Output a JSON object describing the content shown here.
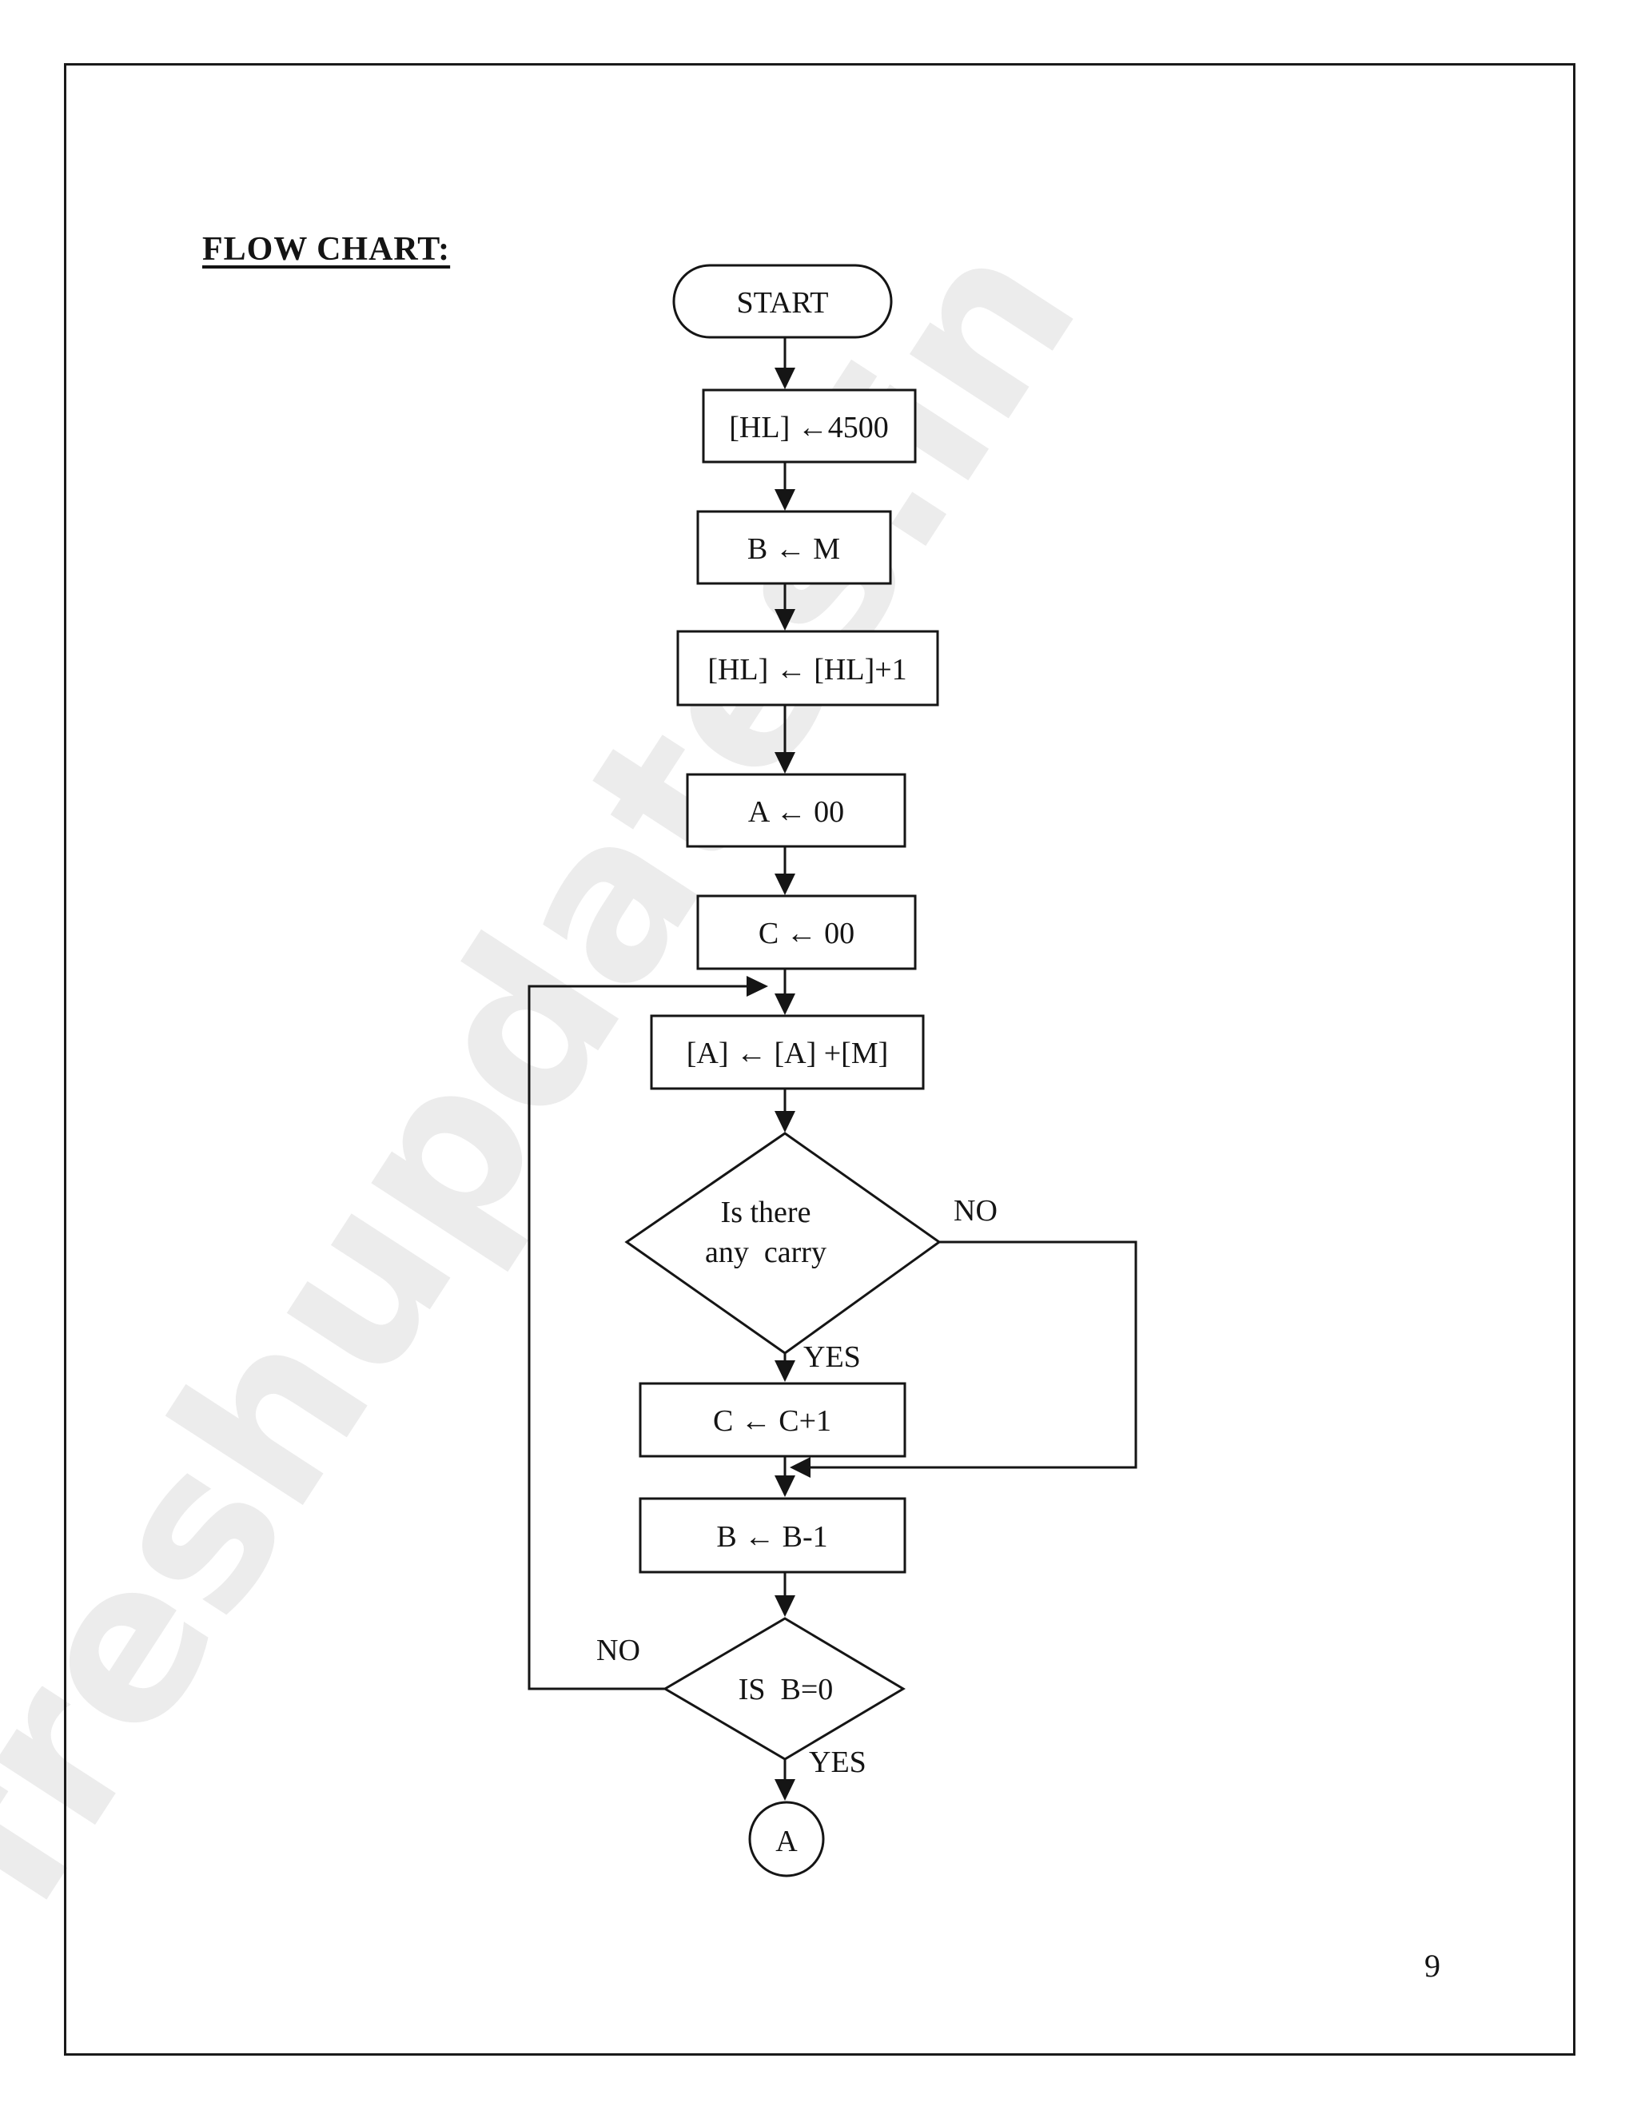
{
  "page": {
    "title": "FLOW CHART:",
    "number": "9",
    "watermark": "freshupdates.in"
  },
  "flowchart": {
    "start": "START",
    "steps": {
      "hl_init": "[HL] ←4500",
      "b_init": "B ← M",
      "hl_inc": "[HL] ← [HL]+1",
      "a_init": "A ← 00",
      "c_init": "C ← 00",
      "add": "[A] ← [A] +[M]",
      "c_inc": "C ← C+1",
      "b_dec": "B ← B-1"
    },
    "decision_carry": {
      "line1": "Is there",
      "line2": "any  carry",
      "no": "NO",
      "yes": "YES"
    },
    "decision_b": {
      "label": "IS  B=0",
      "no": "NO",
      "yes": "YES"
    },
    "connector": "A"
  }
}
